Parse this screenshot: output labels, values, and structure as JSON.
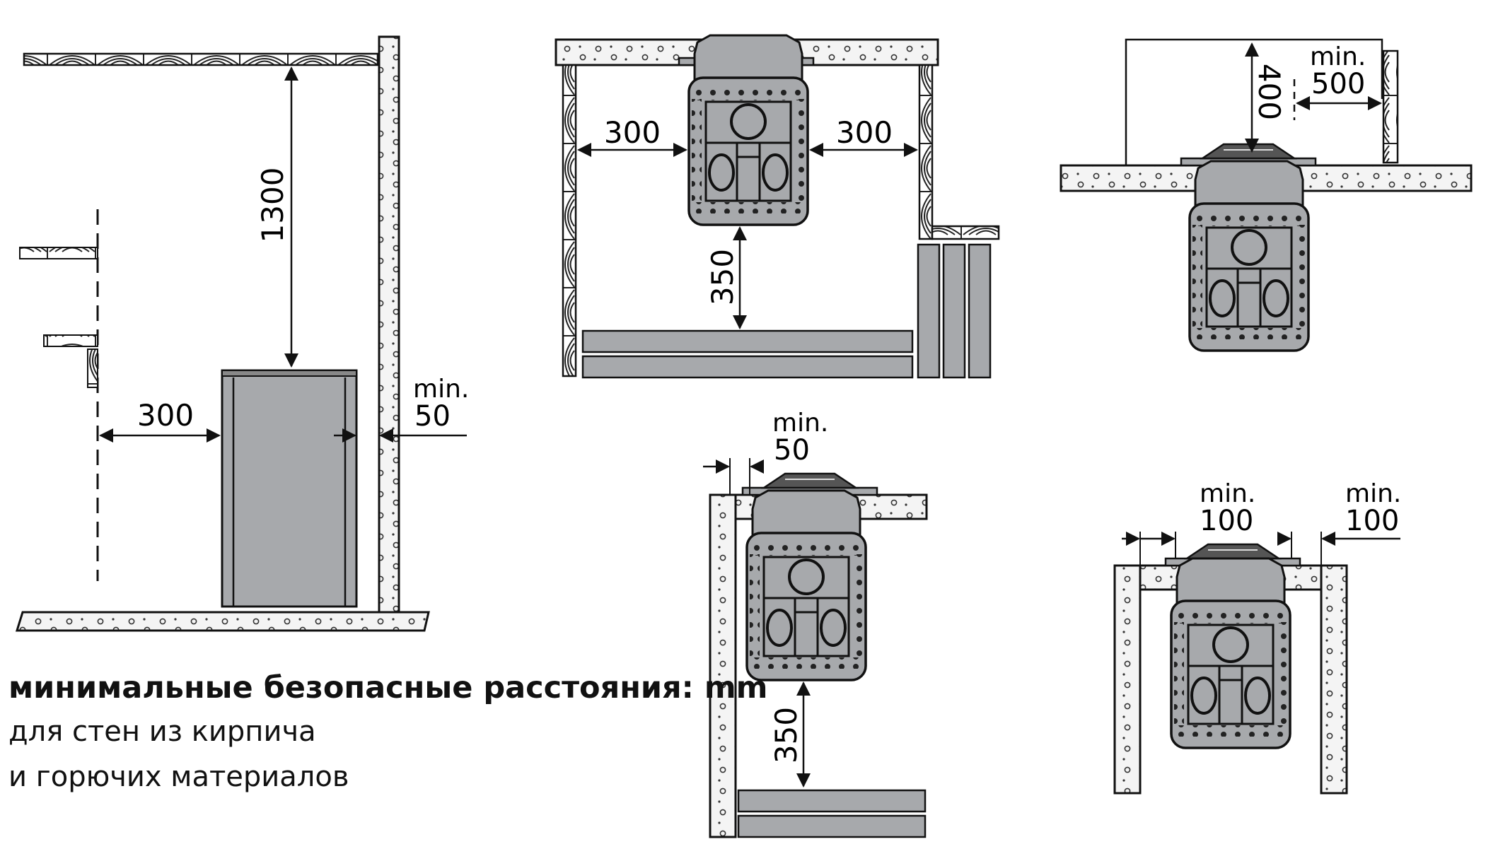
{
  "caption": {
    "title": "минимальные безопасные расстояния: mm",
    "line1": "для стен из кирпича",
    "line2": "и горючих материалов"
  },
  "dimensions": {
    "side_height": "1300",
    "side_left": "300",
    "side_wall_min": "min.",
    "side_wall_val": "50",
    "top_left": "300",
    "top_right": "300",
    "top_front": "350",
    "tr_height": "400",
    "tr_side_min": "min.",
    "tr_side_val": "500",
    "corner_min": "min.",
    "corner_val": "50",
    "corner_front": "350",
    "niche_left_min": "min.",
    "niche_left_val": "100",
    "niche_right_min": "min.",
    "niche_right_val": "100"
  },
  "colors": {
    "heater": "#a7a9ac",
    "line": "#111111",
    "wall_fill": "#f2f2f2"
  }
}
